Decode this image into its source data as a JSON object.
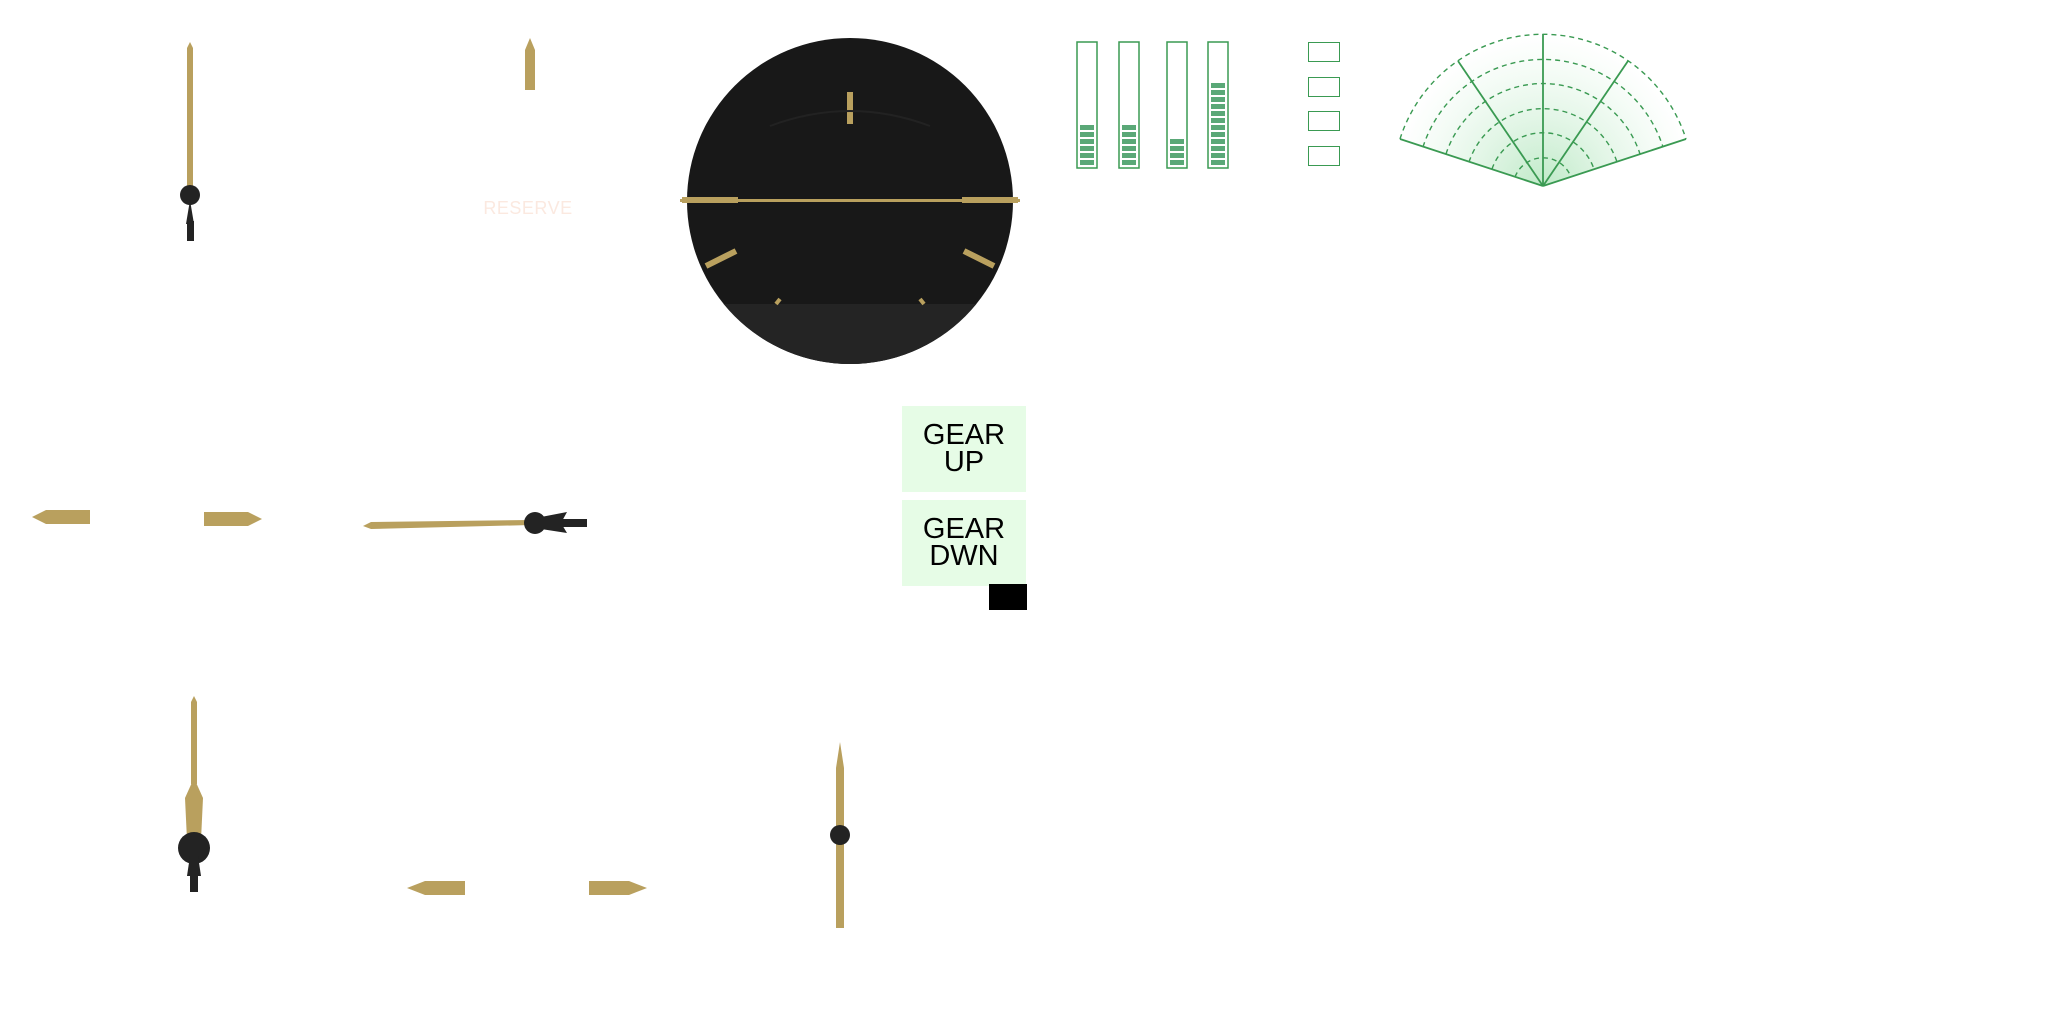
{
  "labels": {
    "reserve": "RESERVE",
    "gear_up_line1": "GEAR",
    "gear_up_line2": "UP",
    "gear_dwn_line1": "GEAR",
    "gear_dwn_line2": "DWN"
  },
  "colors": {
    "needle": "#b9a05e",
    "hub": "#232323",
    "dial_face": "#181818",
    "green": "#3a9a52",
    "fill": "#5aa877",
    "button_bg": "#e6fce6"
  },
  "bar_gauges": [
    {
      "level": 0.35
    },
    {
      "level": 0.35
    },
    {
      "level": 0.28
    },
    {
      "level": 0.7
    }
  ],
  "icons": [
    "needle-icon",
    "hub-icon",
    "compass-dial-icon",
    "radar-fan-icon"
  ]
}
